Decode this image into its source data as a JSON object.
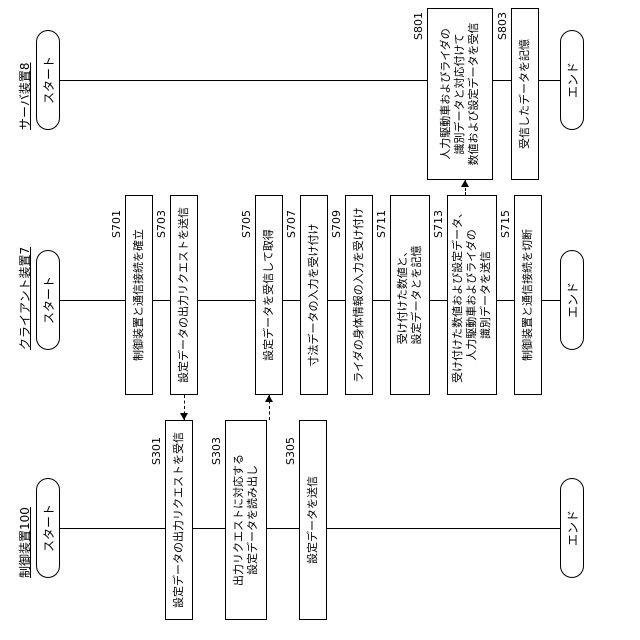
{
  "lanes": [
    {
      "title": "制御装置100",
      "start": "スタート",
      "end": "エンド"
    },
    {
      "title": "クライアント装置7",
      "start": "スタート",
      "end": "エンド"
    },
    {
      "title": "サーバ装置8",
      "start": "スタート",
      "end": "エンド"
    }
  ],
  "steps": {
    "s301": {
      "id": "S301",
      "text": "設定データの出力リクエストを受信"
    },
    "s303": {
      "id": "S303",
      "text": "出力リクエストに対応する\n設定データを読み出し"
    },
    "s305": {
      "id": "S305",
      "text": "設定データを送信"
    },
    "s701": {
      "id": "S701",
      "text": "制御装置と通信接続を確立"
    },
    "s703": {
      "id": "S703",
      "text": "設定データの出力リクエストを送信"
    },
    "s705": {
      "id": "S705",
      "text": "設定データを受信して取得"
    },
    "s707": {
      "id": "S707",
      "text": "寸法データの入力を受け付け"
    },
    "s709": {
      "id": "S709",
      "text": "ライダの身体情報の入力を受け付け"
    },
    "s711": {
      "id": "S711",
      "text": "受け付けた数値と、\n設定データとを記憶"
    },
    "s713": {
      "id": "S713",
      "text": "受け付けた数値および設定データ、\n人力駆動車およびライダの\n識別データを送信"
    },
    "s715": {
      "id": "S715",
      "text": "制御装置と通信接続を切断"
    },
    "s801": {
      "id": "S801",
      "text": "人力駆動車およびライダの\n識別データと対応付けて\n数値および設定データを受信"
    },
    "s803": {
      "id": "S803",
      "text": "受信したデータを記憶"
    }
  }
}
